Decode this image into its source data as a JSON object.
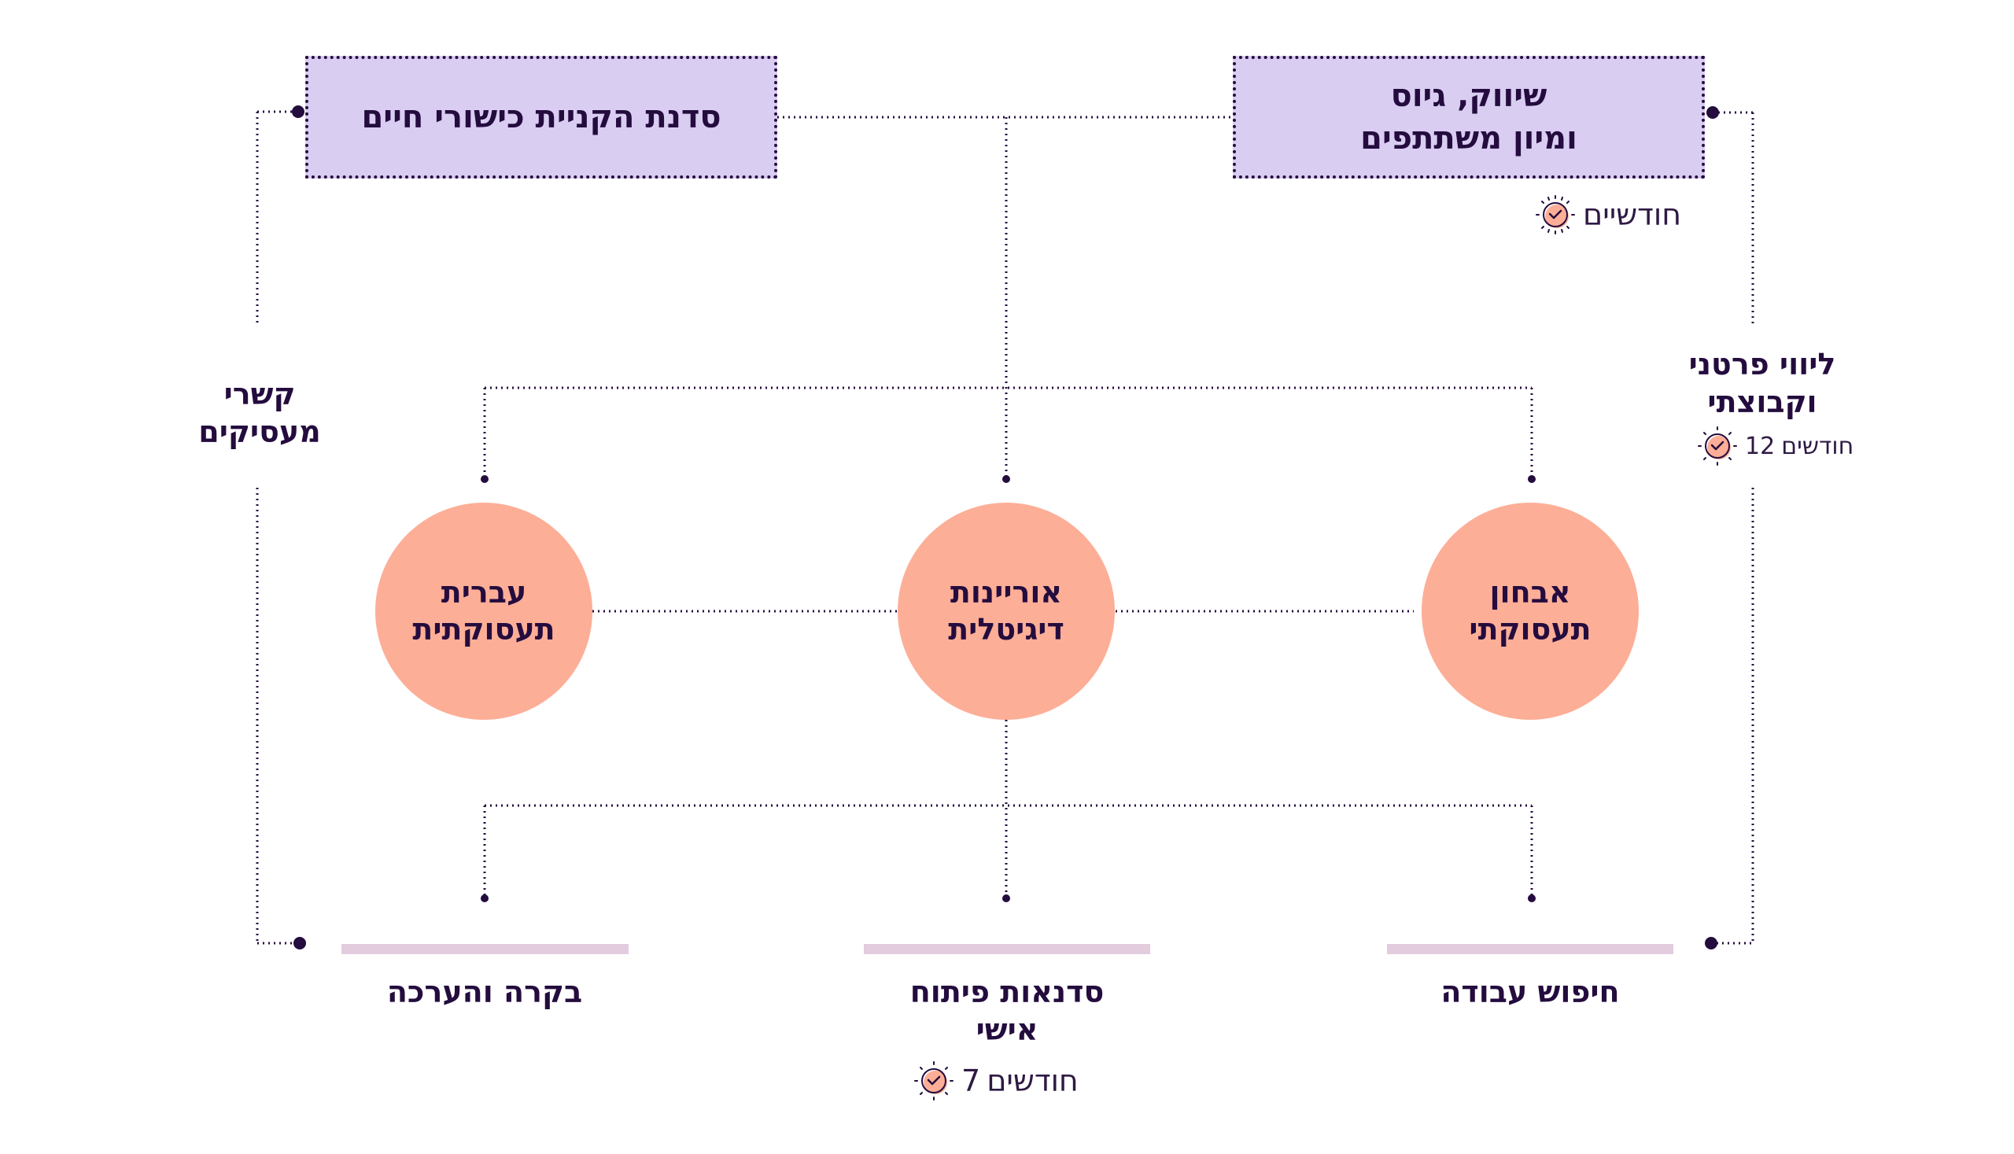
{
  "top_boxes": {
    "right": {
      "lines": [
        "שיווק, גיוס",
        "ומיון משתתפים"
      ],
      "duration": "חודשיים"
    },
    "left": {
      "lines": [
        "סדנת הקניית כישורי חיים"
      ]
    }
  },
  "side_labels": {
    "right": {
      "lines": [
        "ליווי פרטני",
        "וקבוצתי"
      ],
      "duration_number": "12",
      "duration_unit": "חודשים"
    },
    "left": {
      "lines": [
        "קשרי",
        "מעסיקים"
      ]
    }
  },
  "circles": [
    {
      "id": "right",
      "lines": [
        "אבחון",
        "תעסוקתי"
      ]
    },
    {
      "id": "center",
      "lines": [
        "אוריינות",
        "דיגיטלית"
      ]
    },
    {
      "id": "left",
      "lines": [
        "עברית",
        "תעסוקתית"
      ]
    }
  ],
  "bottom_items": [
    {
      "id": "right",
      "lines": [
        "חיפוש עבודה"
      ]
    },
    {
      "id": "center",
      "lines": [
        "סדנאות פיתוח",
        "אישי"
      ],
      "duration_number": "7",
      "duration_unit": "חודשים"
    },
    {
      "id": "left",
      "lines": [
        "בקרה והערכה"
      ]
    }
  ],
  "icons": {
    "duration_badge": "check-badge-icon"
  },
  "colors": {
    "ink": "#240c3e",
    "box_fill": "#d9cdf2",
    "circle_fill": "#fdae97",
    "bar_fill": "#e3ccde"
  }
}
